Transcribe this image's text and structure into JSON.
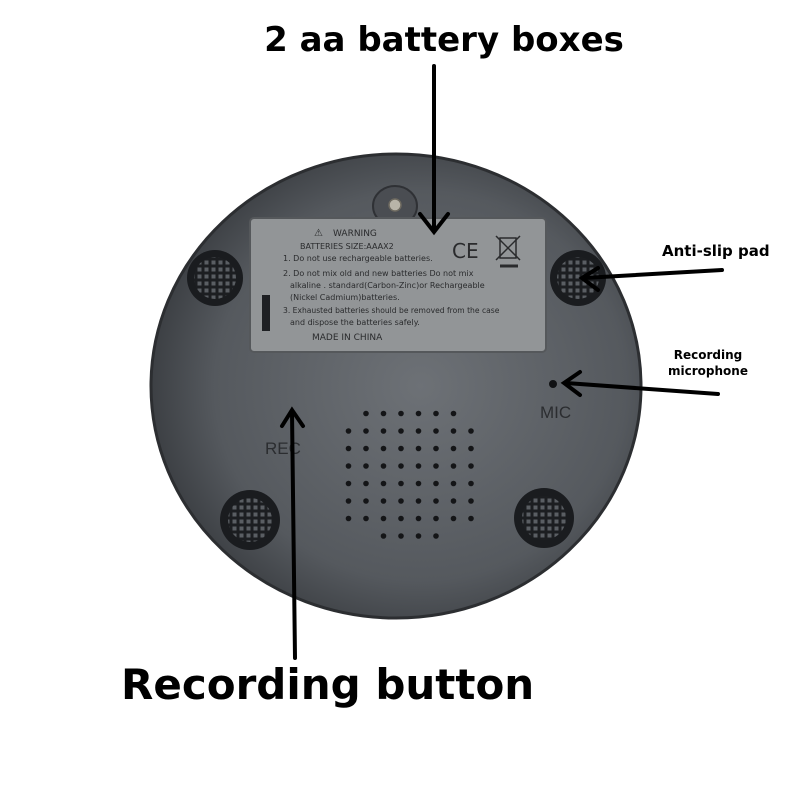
{
  "captions": {
    "battery_boxes": "2 aa battery boxes",
    "anti_slip_pad": "Anti-slip pad",
    "recording_microphone_line1": "Recording",
    "recording_microphone_line2": "microphone",
    "recording_button": "Recording button"
  },
  "device_labels": {
    "rec": "REC",
    "mic": "MIC"
  },
  "battery_cover": {
    "warning_title": "WARNING",
    "size": "BATTERIES SIZE:AAAX2",
    "lines": [
      "1. Do not use rechargeable batteries.",
      "2. Do not mix old and new batteries Do not mix",
      "alkaline . standard(Carbon-Zinc)or Rechargeable",
      "(Nickel Cadmium)batteries.",
      "3. Exhausted batteries should be removed from the case",
      "and dispose the batteries safely."
    ],
    "made_in": "MADE IN CHINA",
    "ce_mark": "CE"
  },
  "colors": {
    "body": "#5d6166",
    "body_dark": "#3e4146",
    "cover": "#909395",
    "pad": "#1c1e21",
    "arrow": "#000000"
  }
}
